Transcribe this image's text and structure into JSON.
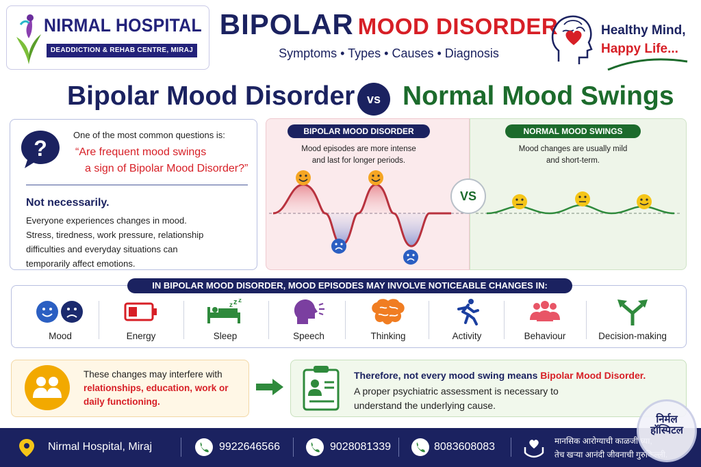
{
  "header": {
    "logo_name": "NIRMAL HOSPITAL",
    "logo_sub": "DEADDICTION & REHAB CENTRE, MIRAJ",
    "title_part1": "BIPOLAR",
    "title_part2": "MOOD DISORDER",
    "subtitle": "Symptoms • Types • Causes • Diagnosis",
    "tagline_line1": "Healthy Mind,",
    "tagline_line2": "Happy Life...",
    "icons": [
      "lotus-logo-icon",
      "brain-heart-icon"
    ]
  },
  "comparison_heading": {
    "left": "Bipolar Mood Disorder",
    "vs": "vs",
    "right": "Normal Mood Swings"
  },
  "question_box": {
    "intro": "One of the most common questions is:",
    "quote_line1": "“Are frequent mood swings",
    "quote_line2": "a sign of Bipolar Mood Disorder?”",
    "answer_heading": "Not necessarily.",
    "body_lines": [
      "Everyone experiences changes in mood.",
      "Stress, tiredness, work pressure, relationship",
      "difficulties and everyday situations can",
      "temporarily affect emotions."
    ],
    "icon": "question-bubble-icon"
  },
  "compare_panel": {
    "left_label": "BIPOLAR MOOD DISORDER",
    "left_desc_line1": "Mood episodes are more intense",
    "left_desc_line2": "and last for longer periods.",
    "right_label": "NORMAL MOOD SWINGS",
    "right_desc_line1": "Mood changes are usually mild",
    "right_desc_line2": "and short-term.",
    "vs": "VS",
    "colors": {
      "bipolar_wave": "#b8323e",
      "bipolar_low_fill": "#5a6fc4",
      "normal_wave": "#2f8a3c"
    }
  },
  "changes": {
    "title": "IN BIPOLAR MOOD DISORDER, MOOD EPISODES MAY INVOLVE NOTICEABLE CHANGES IN:",
    "items": [
      {
        "label": "Mood",
        "icon": "happy-sad-faces-icon"
      },
      {
        "label": "Energy",
        "icon": "low-battery-icon"
      },
      {
        "label": "Sleep",
        "icon": "sleep-bed-icon"
      },
      {
        "label": "Speech",
        "icon": "speaking-head-icon"
      },
      {
        "label": "Thinking",
        "icon": "brain-icon"
      },
      {
        "label": "Activity",
        "icon": "running-person-icon"
      },
      {
        "label": "Behaviour",
        "icon": "people-group-icon"
      },
      {
        "label": "Decision-making",
        "icon": "split-arrows-icon"
      }
    ]
  },
  "impact_box": {
    "line1": "These changes may interfere with",
    "line2": "relationships, education, work or",
    "line3": "daily functioning.",
    "icon": "two-people-icon"
  },
  "conclusion_box": {
    "line1_prefix": "Therefore, not every mood swing means ",
    "line1_highlight": "Bipolar Mood Disorder.",
    "line2": "A proper psychiatric assessment is necessary to",
    "line3": "understand the underlying cause.",
    "icon": "clipboard-assessment-icon"
  },
  "footer": {
    "location": "Nirmal Hospital, Miraj",
    "phone1": "9922646566",
    "phone2": "9028081339",
    "phone3": "8083608083",
    "marathi_line1": "मानसिक आरोग्याची काळजी घ्या,",
    "marathi_line2": "तेच खऱ्या आनंदी जीवनाची गुरुकिल्ली.",
    "seal_text_line1": "निर्मल",
    "seal_text_line2": "हॉस्पिटल",
    "icons": [
      "location-pin-icon",
      "phone-icon",
      "care-hands-icon"
    ]
  }
}
